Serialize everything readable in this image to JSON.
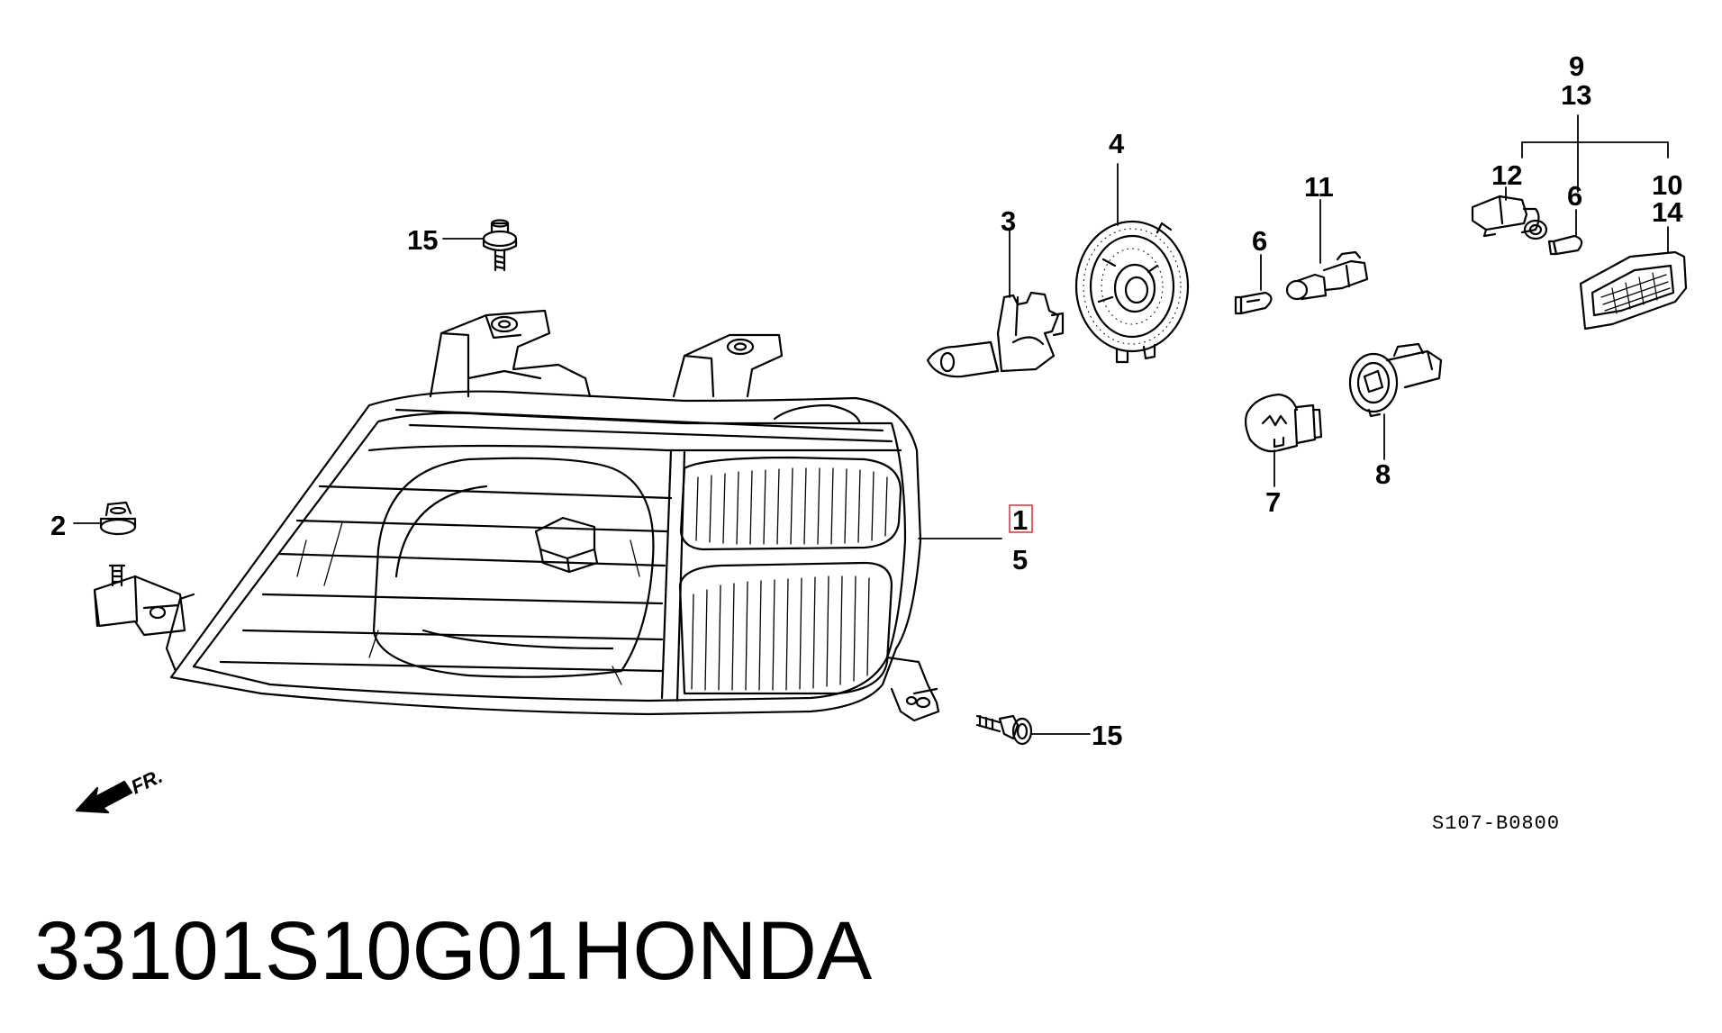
{
  "diagram": {
    "callouts": {
      "bolt_top": "15",
      "nut": "2",
      "bulb_socket": "3",
      "retainer_ring": "4",
      "wedge_bulb_small": "6",
      "socket_11": "11",
      "label_9": "9",
      "label_13": "13",
      "socket_12": "12",
      "wedge_bulb_right": "6",
      "label_10": "10",
      "label_14": "14",
      "headlight_1": "1",
      "headlight_5": "5",
      "bulb_7": "7",
      "socket_8": "8",
      "bolt_bottom": "15"
    },
    "front_arrow_label": "FR.",
    "diagram_code": "S107-B0800",
    "highlight_color": "#e0383e"
  },
  "caption": {
    "part_number": "33101S10G01",
    "brand": "HONDA"
  }
}
